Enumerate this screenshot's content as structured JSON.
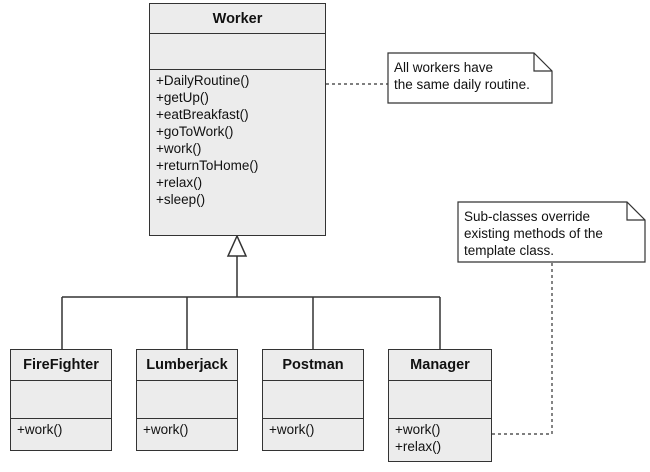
{
  "classes": {
    "worker": {
      "name": "Worker",
      "methods": [
        "+DailyRoutine()",
        "+getUp()",
        "+eatBreakfast()",
        "+goToWork()",
        "+work()",
        "+returnToHome()",
        "+relax()",
        "+sleep()"
      ]
    },
    "firefighter": {
      "name": "FireFighter",
      "methods": [
        "+work()"
      ]
    },
    "lumberjack": {
      "name": "Lumberjack",
      "methods": [
        "+work()"
      ]
    },
    "postman": {
      "name": "Postman",
      "methods": [
        "+work()"
      ]
    },
    "manager": {
      "name": "Manager",
      "methods": [
        "+work()",
        "+relax()"
      ]
    }
  },
  "notes": {
    "worker_note": [
      "All workers have",
      "the same daily routine."
    ],
    "subclass_note": [
      "Sub-classes override",
      "existing methods of the",
      "template class."
    ]
  }
}
